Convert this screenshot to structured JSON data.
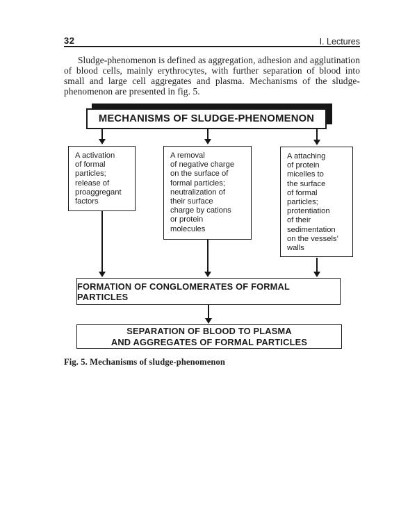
{
  "header": {
    "page_number": "32",
    "section_label": "I. Lectures"
  },
  "paragraph": "Sludge-phenomenon is defined as aggregation, adhesion and agglutination of blood cells, mainly erythrocytes, with further separation of blood into small and large cell aggregates and plasma. Mechanisms of the sludge-phenomenon are presented in fig. 5.",
  "figure": {
    "title": "MECHANISMS OF SLUDGE-PHENOMENON",
    "branches": [
      {
        "text": "A activation\nof formal\nparticles;\nrelease of\nproaggregant\nfactors"
      },
      {
        "text": "A removal\nof negative charge\non the surface of\nformal particles;\nneutralization of\ntheir surface\ncharge by cations\nor protein\nmolecules"
      },
      {
        "text": "A attaching\nof protein\nmicelles to\nthe surface\nof formal\nparticles;\nprotentiation\nof their\nsedimentation\non the vessels’\nwalls"
      }
    ],
    "formation": "FORMATION OF CONGLOMERATES OF FORMAL PARTICLES",
    "separation": "SEPARATION OF BLOOD TO PLASMA\nAND AGGREGATES OF FORMAL PARTICLES",
    "caption": "Fig. 5. Mechanisms of sludge-phenomenon"
  },
  "colors": {
    "ink": "#1b1b1b",
    "paper": "#ffffff"
  }
}
